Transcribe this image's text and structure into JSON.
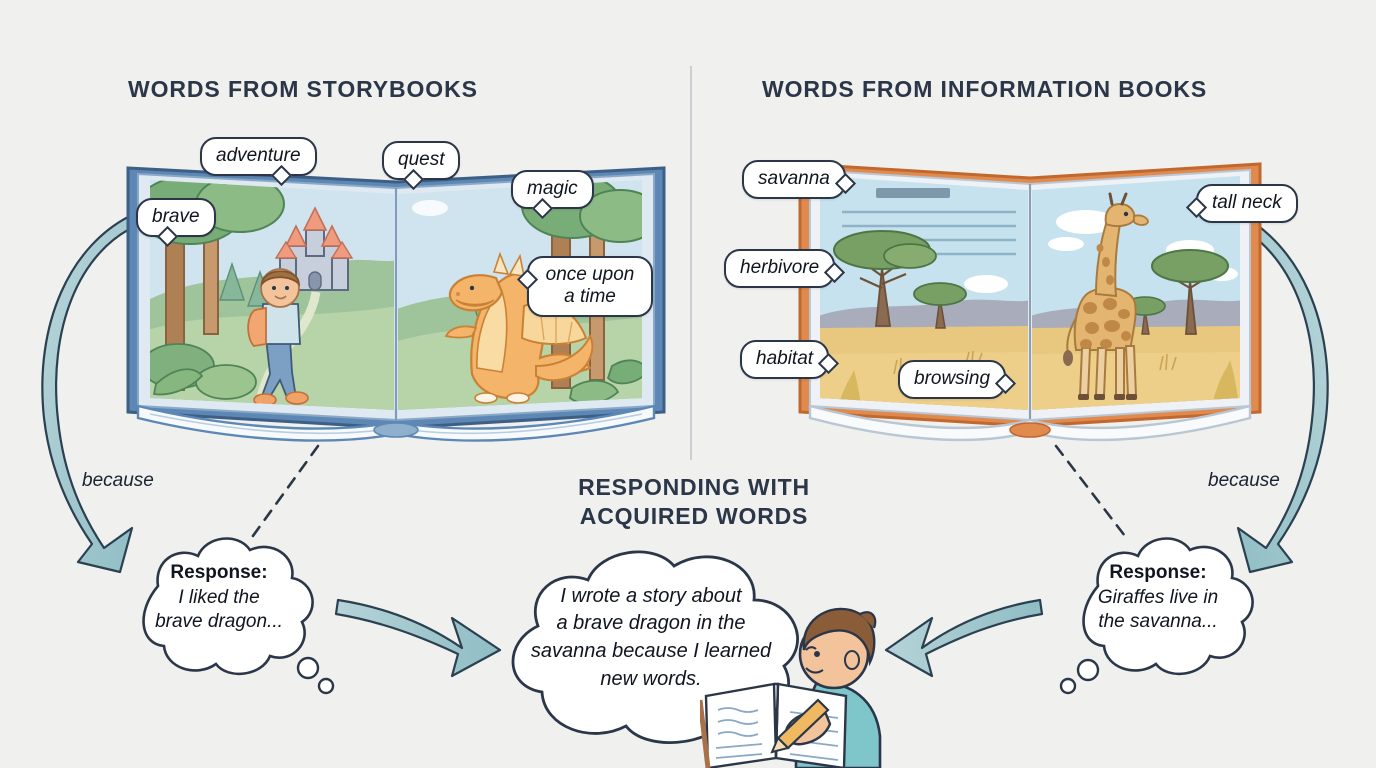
{
  "page": {
    "background_color": "#f0f0ee",
    "title_color": "#2b3648",
    "arrow_color": "#a8cdd4",
    "outline_color": "#2b3648"
  },
  "sections": {
    "left": {
      "title": "Words from Storybooks"
    },
    "right": {
      "title": "Words from Information Books"
    },
    "center": {
      "title_line1": "Responding with",
      "title_line2": "Acquired Words"
    }
  },
  "storybook_words": [
    {
      "label": "brave"
    },
    {
      "label": "adventure"
    },
    {
      "label": "quest"
    },
    {
      "label": "magic"
    },
    {
      "label": "once upon",
      "label2": "a time"
    }
  ],
  "information_words": [
    {
      "label": "savanna"
    },
    {
      "label": "herbivore"
    },
    {
      "label": "habitat"
    },
    {
      "label": "browsing"
    },
    {
      "label": "tall neck"
    }
  ],
  "connectors": {
    "left_because": "because",
    "right_because": "because"
  },
  "responses": {
    "left": {
      "heading": "Response:",
      "line1": "I liked the",
      "line2": "brave dragon..."
    },
    "right": {
      "heading": "Response:",
      "line1": "Giraffes live in",
      "line2": "the savanna..."
    },
    "center": {
      "line1": "I wrote a story about",
      "line2": "a brave dragon in the",
      "line3": "savanna because I learned",
      "line4": "new words."
    }
  },
  "illustrations": {
    "storybook": {
      "name": "open-storybook-illustration",
      "scene": "forest with castle, a boy with an orange backpack, and a smiling orange dragon",
      "cover_color": "#5d87b5"
    },
    "information_book": {
      "name": "open-information-book-illustration",
      "scene": "savanna with acacia trees and a giraffe, with text lines on the left page",
      "cover_color": "#e08a4e"
    },
    "writer": {
      "name": "child-writing-illustration",
      "scene": "boy in teal shirt writing in a notebook with a pencil"
    }
  }
}
